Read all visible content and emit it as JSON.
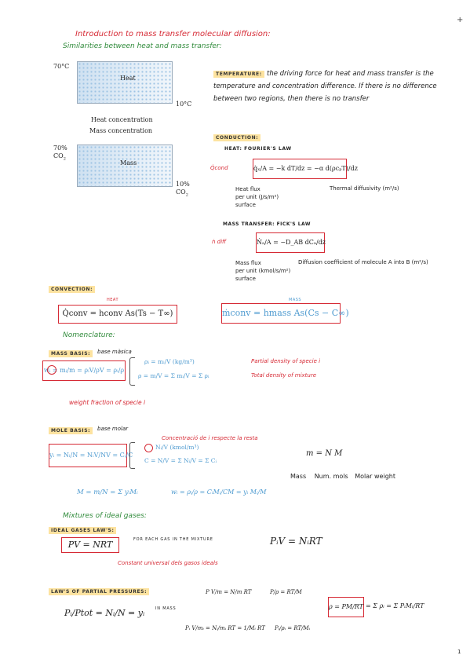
{
  "page": {
    "number": "1",
    "corner": "+"
  },
  "title": "Introduction to mass transfer molecular diffusion:",
  "subtitle": "Similarities between heat and mass transfer:",
  "figure": {
    "top_left": "70°C",
    "heat_label": "Heat",
    "top_right": "10°C",
    "heat_conc": "Heat concentration",
    "mass_conc": "Mass concentration",
    "bottom_left_1": "70%",
    "bottom_left_2": "CO",
    "mass_label": "Mass",
    "bottom_right_1": "10%",
    "bottom_right_2": "CO"
  },
  "temperature": {
    "tag": "TEMPERATURE:",
    "text": "the driving force for heat and mass transfer is the temperature and concentration difference. If there is no difference between two regions, then there is no transfer"
  },
  "conduction": {
    "tag": "CONDUCTION:",
    "heat_law": "HEAT: FOURIER'S LAW",
    "q_label": "Q̇cond",
    "fourier_eq": "q̇ₓ/A = −k dT/dz = −α d(ρcₚT)/dz",
    "heat_flux_1": "Heat flux",
    "heat_flux_2": "per unit (J/s/m²)",
    "heat_flux_3": "surface",
    "thermal_diff": "Thermal diffusivity (m²/s)",
    "mass_law": "MASS TRANSFER: FICK'S LAW",
    "n_label": "ṅ diff",
    "fick_eq": "Ṅₐ/A = −D_AB dCₐ/dz",
    "mass_flux_1": "Mass flux",
    "mass_flux_2": "per unit (kmol/s/m²)",
    "mass_flux_3": "surface",
    "diff_coef": "Diffusion coefficient of molecule A into B (m²/s)"
  },
  "convection": {
    "tag": "CONVECTION:",
    "heat_small": "HEAT",
    "mass_small": "MASS",
    "heat_eq": "Q̇conv = hconv As(Ts − T∞)",
    "mass_eq": "ṁconv = hmass As(Cs − C∞)"
  },
  "nomenclature": {
    "title": "Nomenclature:",
    "mass_basis_tag": "MASS BASIS:",
    "mass_basis_word": "base màsica",
    "mass_eq_left": "wᵢ = mᵢ/m = ρᵢV/ρV = ρᵢ/ρ",
    "rho_i_eq": "ρᵢ = mᵢ/V   (kg/m³)",
    "partial_density": "Partial density of specie i",
    "rho_eq": "ρ = m/V = Σ mᵢ/V = Σ ρᵢ",
    "total_density": "Total density of mixture",
    "weight_fraction": "weight fraction of specie i",
    "mole_basis_tag": "MOLE BASIS:",
    "mole_basis_word": "base molar",
    "concentration": "Concentració de i respecte la resta",
    "mole_eq_left": "yᵢ = Nᵢ/N = NᵢV/NV = Cᵢ/C",
    "ci_eq": "Nᵢ/V   (kmol/m³)",
    "c_eq": "C = N/V = Σ Nᵢ/V = Σ Cᵢ",
    "m_eq": "m = N M",
    "m_mass": "Mass",
    "m_mols": "Num. mols",
    "m_weight": "Molar weight",
    "M_eq": "M = m/N = Σ yᵢMᵢ",
    "w_eq": "wᵢ = ρᵢ/ρ = CᵢMᵢ/CM = yᵢ Mᵢ/M"
  },
  "ideal": {
    "title": "Mixtures of ideal gases:",
    "law_tag": "IDEAL GASES LAW'S:",
    "pv_eq": "PV = NRT",
    "each_gas": "FOR EACH GAS IN THE MIXTURE",
    "pv_i_eq": "PᵢV = NᵢRT",
    "constant": "Constant universal dels gasos ideals"
  },
  "partial": {
    "tag": "LAW'S OF PARTIAL PRESSURES:",
    "main_eq": "Pᵢ/Ptot = Nᵢ/N = yᵢ",
    "in_mass": "IN MASS",
    "top_eq_a": "P V/m = N/m RT",
    "top_eq_b": "P/ρ = RT/M",
    "bot_eq_a": "Pᵢ V/mᵢ = Nᵢ/mᵢ RT = 1/Mᵢ RT",
    "bot_eq_b": "Pᵢ/ρᵢ = RT/Mᵢ",
    "rho_box": "ρ = PM/RT",
    "sum_eq": "= Σ ρᵢ = Σ PᵢMᵢ/RT"
  }
}
